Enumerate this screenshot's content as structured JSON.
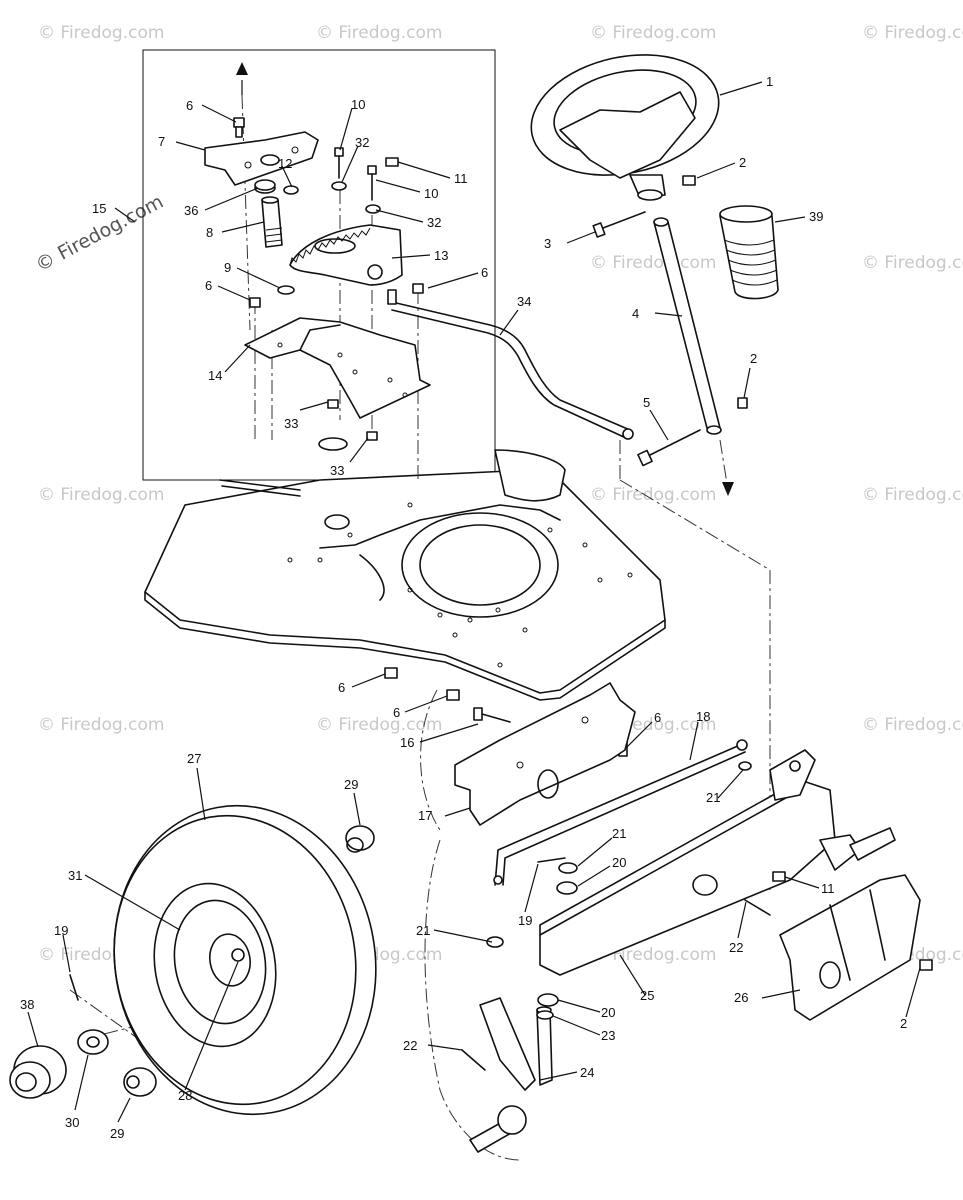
{
  "watermark": "© Firedog.com",
  "callouts": [
    "1",
    "2",
    "3",
    "4",
    "5",
    "6",
    "7",
    "8",
    "9",
    "10",
    "11",
    "12",
    "13",
    "14",
    "15",
    "16",
    "17",
    "18",
    "19",
    "20",
    "21",
    "22",
    "23",
    "24",
    "25",
    "26",
    "27",
    "28",
    "29",
    "30",
    "31",
    "32",
    "33",
    "34",
    "36",
    "38",
    "39"
  ],
  "labels": {
    "n1": "1",
    "n2a": "2",
    "n2b": "2",
    "n2c": "2",
    "n3": "3",
    "n4": "4",
    "n5": "5",
    "n6a": "6",
    "n6b": "6",
    "n6c": "6",
    "n6d": "6",
    "n6e": "6",
    "n6f": "6",
    "n7": "7",
    "n8": "8",
    "n9": "9",
    "n10a": "10",
    "n10b": "10",
    "n11a": "11",
    "n11b": "11",
    "n12": "12",
    "n13": "13",
    "n14": "14",
    "n15": "15",
    "n16": "16",
    "n17": "17",
    "n18": "18",
    "n19a": "19",
    "n19b": "19",
    "n20a": "20",
    "n20b": "20",
    "n21a": "21",
    "n21b": "21",
    "n21c": "21",
    "n22a": "22",
    "n22b": "22",
    "n23": "23",
    "n24": "24",
    "n25": "25",
    "n26": "26",
    "n27": "27",
    "n28": "28",
    "n29a": "29",
    "n29b": "29",
    "n30": "30",
    "n31": "31",
    "n32a": "32",
    "n32b": "32",
    "n33a": "33",
    "n33b": "33",
    "n34": "34",
    "n36": "36",
    "n38": "38",
    "n39": "39"
  }
}
